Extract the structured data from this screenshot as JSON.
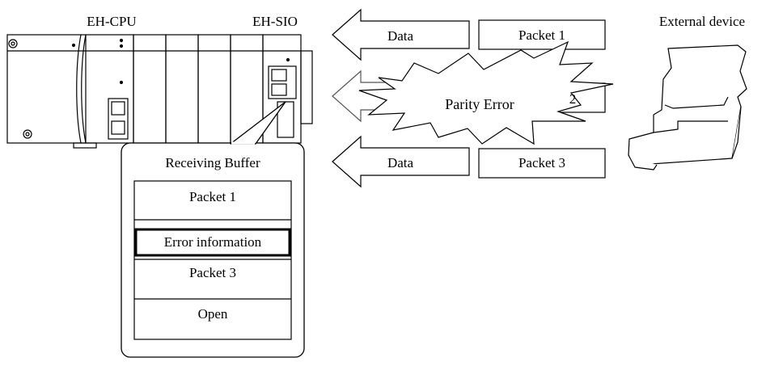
{
  "labels": {
    "cpu": "EH-CPU",
    "sio": "EH-SIO",
    "external_device": "External device"
  },
  "transfer": {
    "data_label_top": "Data",
    "packet_top": "Packet 1",
    "parity_error": "Parity Error",
    "packet_middle_fragment": "2",
    "data_label_bottom": "Data",
    "packet_bottom": "Packet 3"
  },
  "receiving_buffer": {
    "title": "Receiving Buffer",
    "slots": [
      "Packet 1",
      "Error information",
      "Packet 3",
      "Open"
    ]
  }
}
